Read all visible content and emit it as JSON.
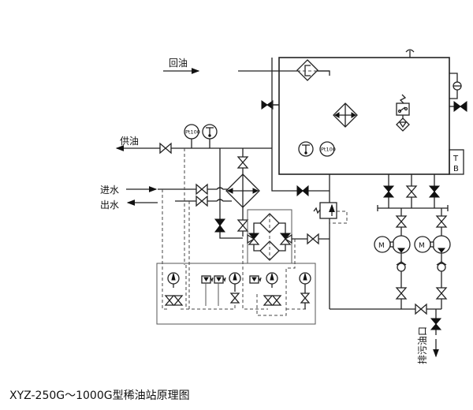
{
  "diagram": {
    "caption": "XYZ-250G～1000G型稀油站原理图",
    "labels": {
      "return_oil": "回油",
      "supply_oil": "供油",
      "water_in": "进水",
      "water_out": "出水",
      "drain_outlet": "排污油口"
    },
    "instruments": {
      "pt100_a": "Pt100",
      "pt100_b": "Pt100",
      "motor_1": "M",
      "motor_2": "M",
      "terminal_box_t": "T",
      "terminal_box_b": "B"
    },
    "colors": {
      "line": "#222222",
      "background": "#ffffff"
    }
  }
}
